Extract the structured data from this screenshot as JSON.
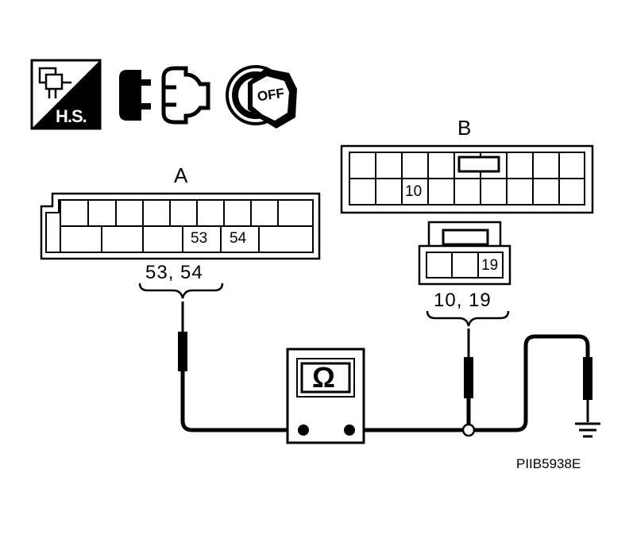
{
  "icons": {
    "hs_badge": "H.S.",
    "hs_badge_icon": "harness-connector-icon",
    "disconnect_icon": "connector-disconnect-icon",
    "ignition_icon": "ignition-key-icon",
    "ignition_text": "OFF"
  },
  "connector_a": {
    "label": "A",
    "pin_53": "53",
    "pin_54": "54",
    "probe_pins": "53, 54"
  },
  "connector_b": {
    "label": "B",
    "pin_10": "10",
    "probe_pins": "10, 19"
  },
  "connector_b_sub": {
    "pin_19": "19"
  },
  "meter": {
    "symbol": "Ω",
    "icon": "ohmmeter-icon"
  },
  "ground_icon": "ground-icon",
  "figure_code": "PIIB5938E"
}
